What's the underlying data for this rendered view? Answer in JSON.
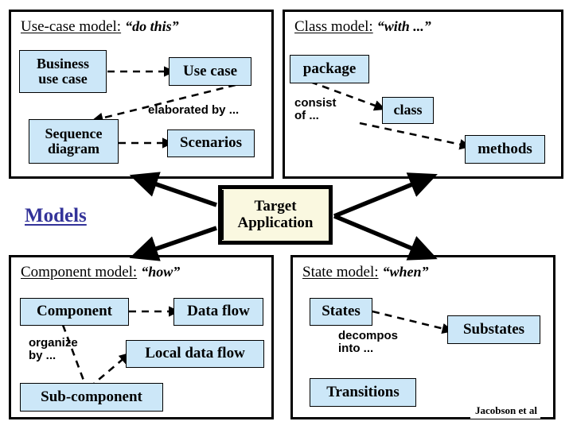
{
  "diagram": {
    "center": {
      "label": "Target\nApplication",
      "fill": "#faf8e0"
    },
    "models_caption": "Models",
    "attribution": "Jacobson et al",
    "box_fill": "#cce7f8",
    "caption_color": "#333399"
  },
  "panels": {
    "usecase": {
      "title_plain": "Use-case model:",
      "title_quoted": "“do this”",
      "boxes": [
        {
          "name": "business-use-case",
          "label": "Business\nuse case"
        },
        {
          "name": "use-case",
          "label": "Use case"
        },
        {
          "name": "sequence-diagram",
          "label": "Sequence\ndiagram"
        },
        {
          "name": "scenarios",
          "label": "Scenarios"
        }
      ],
      "edge_label": "elaborated by ..."
    },
    "classmodel": {
      "title_plain": "Class model:",
      "title_quoted": "“with ...”",
      "boxes": [
        {
          "name": "package",
          "label": "package"
        },
        {
          "name": "class",
          "label": "class"
        },
        {
          "name": "methods",
          "label": "methods"
        }
      ],
      "edge_label": "consist\nof ..."
    },
    "component": {
      "title_plain": "Component model:",
      "title_quoted": "“how”",
      "boxes": [
        {
          "name": "component",
          "label": "Component"
        },
        {
          "name": "data-flow",
          "label": "Data flow"
        },
        {
          "name": "local-data-flow",
          "label": "Local data flow"
        },
        {
          "name": "sub-component",
          "label": "Sub-component"
        }
      ],
      "edge_label": "organize\nby ..."
    },
    "state": {
      "title_plain": "State model:",
      "title_quoted": "“when”",
      "boxes": [
        {
          "name": "states",
          "label": "States"
        },
        {
          "name": "substates",
          "label": "Substates"
        },
        {
          "name": "transitions",
          "label": "Transitions"
        }
      ],
      "edge_label": "decompos\ninto ..."
    }
  }
}
